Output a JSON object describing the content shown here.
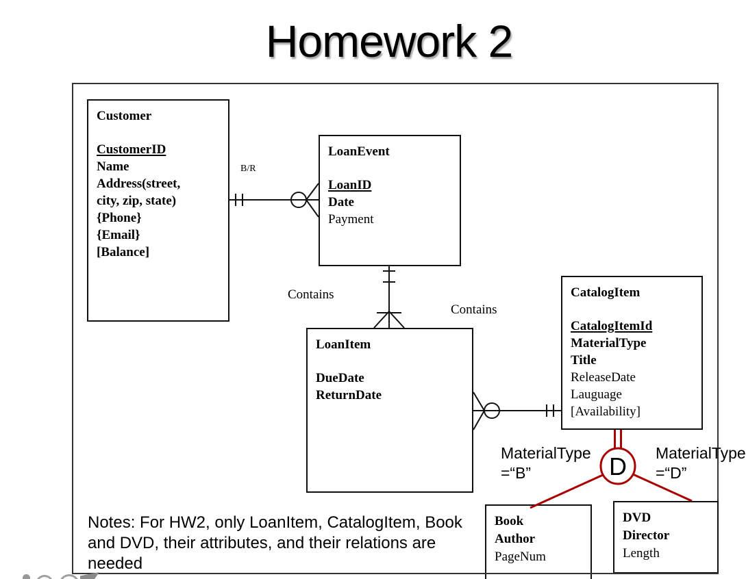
{
  "title": "Homework 2",
  "entities": {
    "customer": {
      "name": "Customer",
      "attributes": [
        "CustomerID",
        "Name",
        "Address(street,",
        "city, zip, state)",
        "{Phone}",
        "{Email}",
        "[Balance]"
      ]
    },
    "loan_event": {
      "name": "LoanEvent",
      "attributes": [
        "LoanID",
        "Date",
        "Payment"
      ]
    },
    "loan_item": {
      "name": "LoanItem",
      "attributes": [
        "DueDate",
        "ReturnDate"
      ]
    },
    "catalog_item": {
      "name": "CatalogItem",
      "attributes": [
        "CatalogItemId",
        "MaterialType",
        "Title",
        "ReleaseDate",
        "Lauguage",
        "[Availability]"
      ]
    },
    "book": {
      "name": "Book",
      "attributes": [
        "Author",
        "PageNum"
      ]
    },
    "dvd": {
      "name": "DVD",
      "attributes": [
        "Director",
        "Length"
      ]
    }
  },
  "labels": {
    "customer_loanevent_relation": "B/R",
    "contains_left": "Contains",
    "contains_right": "Contains",
    "materialtype_b_line1": "MaterialType",
    "materialtype_b_line2": "=“B”",
    "materialtype_d_line1": "MaterialType",
    "materialtype_d_line2": "=“D”",
    "subtype_discriminator": "D"
  },
  "notes": {
    "line1": "Notes: For HW2, only LoanItem, CatalogItem, Book",
    "line2": "and DVD, their attributes, and their relations are",
    "line3": "needed"
  },
  "colors": {
    "subtype_red": "#a90000",
    "line_black": "#111111"
  }
}
